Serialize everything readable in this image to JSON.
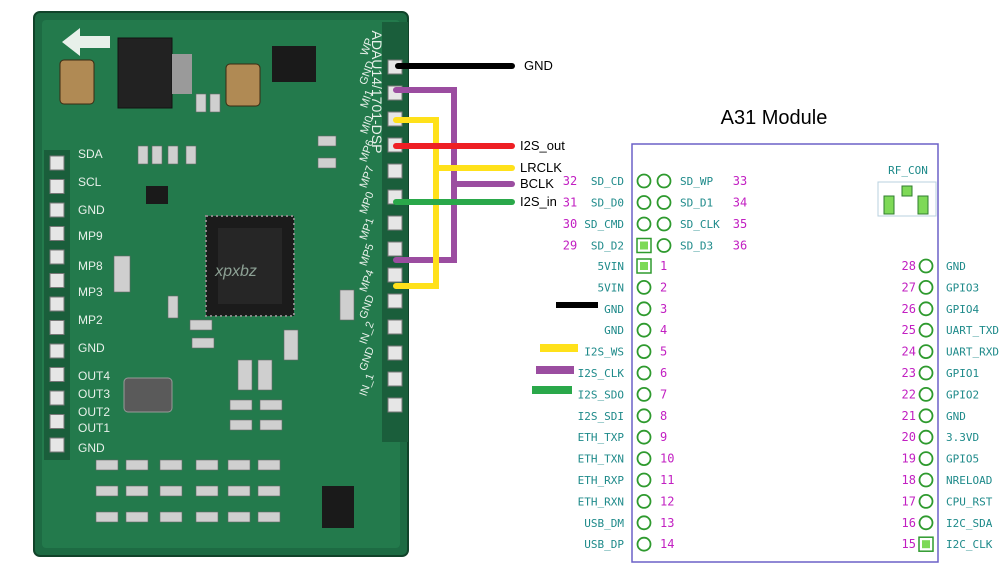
{
  "board": {
    "title": "ADAU14/1701-DSP",
    "watermark": "xpxbz",
    "left_labels": [
      "SDA",
      "SCL",
      "GND",
      "MP9",
      "MP8",
      "MP3",
      "MP2",
      "GND",
      "OUT4",
      "OUT3",
      "OUT2",
      "OUT1",
      "GND"
    ],
    "right_labels": [
      "WP",
      "GND",
      "MI1",
      "MI0",
      "MP6",
      "MP7",
      "MP0",
      "MP1",
      "MP5",
      "MP4",
      "GND",
      "IN_2",
      "GND",
      "IN_1"
    ]
  },
  "wires": {
    "gnd": "GND",
    "i2s_out": "I2S_out",
    "lrclk": "LRCLK",
    "bclk": "BCLK",
    "i2s_in": "I2S_in",
    "colors": {
      "gnd": "#000000",
      "bclk": "#9b4da0",
      "lrclk": "#ffe11a",
      "i2s_out": "#ee1f24",
      "i2s_in": "#2aa84a"
    }
  },
  "module": {
    "title": "A31 Module",
    "rf_label": "RF_CON",
    "sd_pins": [
      {
        "num_left": "32",
        "label_left": "SD_CD",
        "label_right": "SD_WP",
        "num_right": "33"
      },
      {
        "num_left": "31",
        "label_left": "SD_D0",
        "label_right": "SD_D1",
        "num_right": "34"
      },
      {
        "num_left": "30",
        "label_left": "SD_CMD",
        "label_right": "SD_CLK",
        "num_right": "35"
      },
      {
        "num_left": "29",
        "label_left": "SD_D2",
        "label_right": "SD_D3",
        "num_right": "36"
      }
    ],
    "left_pins": [
      {
        "label": "5VIN",
        "num": "1"
      },
      {
        "label": "5VIN",
        "num": "2"
      },
      {
        "label": "GND",
        "num": "3"
      },
      {
        "label": "GND",
        "num": "4"
      },
      {
        "label": "I2S_WS",
        "num": "5"
      },
      {
        "label": "I2S_CLK",
        "num": "6"
      },
      {
        "label": "I2S_SDO",
        "num": "7"
      },
      {
        "label": "I2S_SDI",
        "num": "8"
      },
      {
        "label": "ETH_TXP",
        "num": "9"
      },
      {
        "label": "ETH_TXN",
        "num": "10"
      },
      {
        "label": "ETH_RXP",
        "num": "11"
      },
      {
        "label": "ETH_RXN",
        "num": "12"
      },
      {
        "label": "USB_DM",
        "num": "13"
      },
      {
        "label": "USB_DP",
        "num": "14"
      }
    ],
    "right_pins": [
      {
        "num": "28",
        "label": "GND"
      },
      {
        "num": "27",
        "label": "GPIO3"
      },
      {
        "num": "26",
        "label": "GPIO4"
      },
      {
        "num": "25",
        "label": "UART_TXD"
      },
      {
        "num": "24",
        "label": "UART_RXD"
      },
      {
        "num": "23",
        "label": "GPIO1"
      },
      {
        "num": "22",
        "label": "GPIO2"
      },
      {
        "num": "21",
        "label": "GND"
      },
      {
        "num": "20",
        "label": "3.3VD"
      },
      {
        "num": "19",
        "label": "GPIO5"
      },
      {
        "num": "18",
        "label": "NRELOAD"
      },
      {
        "num": "17",
        "label": "CPU_RST"
      },
      {
        "num": "16",
        "label": "I2C_SDA"
      },
      {
        "num": "15",
        "label": "I2C_CLK"
      }
    ],
    "colors": {
      "outline": "#6b60c7",
      "pin_label": "#1e8a8a",
      "pin_number": "#c21fc2",
      "pin_ring": "#2e9a2e"
    }
  }
}
